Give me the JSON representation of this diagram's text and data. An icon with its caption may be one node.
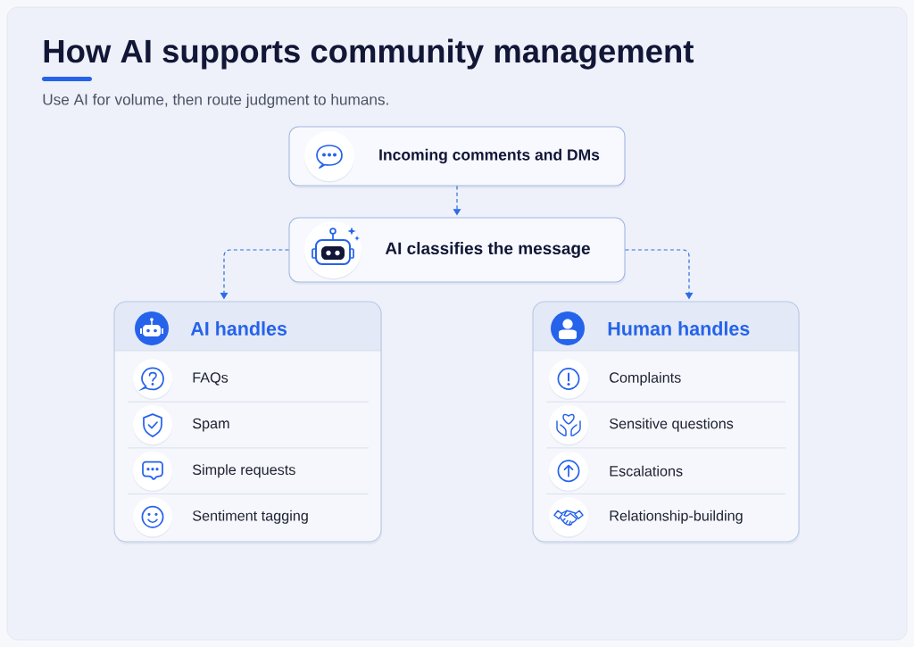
{
  "diagram": {
    "title": "How AI supports community management",
    "nodes": [
      {
        "text": [
          "Incoming comments and DMs"
        ]
      },
      {
        "text": [
          "AI classifies the message"
        ]
      },
      {
        "text": [
          "AI handles",
          "FAQs",
          "Spam",
          "Simple requests",
          "Sentiment tagging"
        ]
      },
      {
        "text": [
          "Human handles",
          "Complaints",
          "Sensitive questions",
          "Escalations",
          "Relationship-building"
        ]
      }
    ],
    "edges": [
      {
        "from": 0,
        "to": 1,
        "arrow": "to",
        "style": "dashed"
      },
      {
        "from": 1,
        "to": 2,
        "arrow": "to",
        "style": "dashed"
      },
      {
        "from": 1,
        "to": 3,
        "arrow": "to",
        "style": "dashed"
      }
    ],
    "labels": [
      "Use AI for volume, then route judgment to humans."
    ]
  }
}
